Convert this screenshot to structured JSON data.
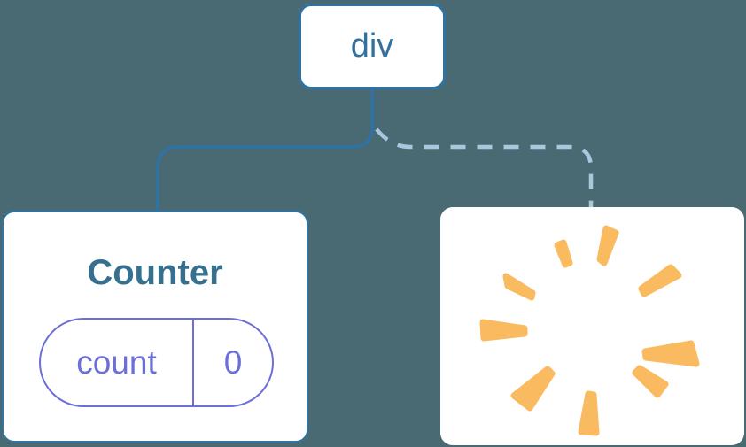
{
  "diagram": {
    "root_node": {
      "label": "div"
    },
    "counter_node": {
      "title": "Counter",
      "state": {
        "key": "count",
        "value": "0"
      }
    },
    "destroyed_node": {
      "icon": "poof-starburst"
    },
    "colors": {
      "background": "#4a6a73",
      "node_background": "#ffffff",
      "solid_link_blue": "#2e73a3",
      "dashed_link_light_blue": "#a9c7dd",
      "div_label_blue": "#33719f",
      "counter_title_teal": "#35708e",
      "state_pill_purple": "#6b6fd7",
      "poof_orange": "#f9ba60"
    }
  }
}
